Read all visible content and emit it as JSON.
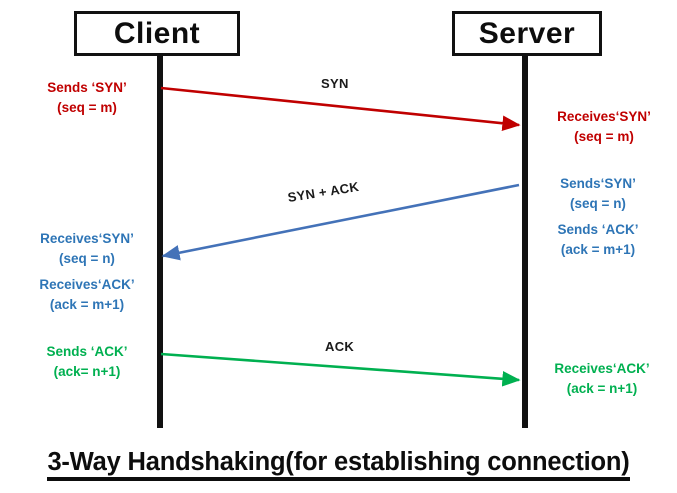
{
  "diagram": {
    "title": "3-Way Handshaking(for establishing connection)",
    "nodes": {
      "client": "Client",
      "server": "Server"
    },
    "colors": {
      "syn": "#C00000",
      "syn_ack": "#2E75B6",
      "ack": "#00B050",
      "lifeline": "#111111",
      "label": "#1a1a1a"
    },
    "messages": [
      {
        "name": "syn",
        "label": "SYN",
        "direction": "client-to-server",
        "color": "#C00000"
      },
      {
        "name": "syn-ack",
        "label": "SYN + ACK",
        "direction": "server-to-client",
        "color": "#2E75B6"
      },
      {
        "name": "ack",
        "label": "ACK",
        "direction": "client-to-server",
        "color": "#00B050"
      }
    ],
    "notes": {
      "client_sends_syn": {
        "line1": "Sends ‘SYN’",
        "line2": "(seq = m)"
      },
      "server_recv_syn": {
        "line1": "Receives‘SYN’",
        "line2": "(seq = m)"
      },
      "server_sends_syn": {
        "line1": "Sends‘SYN’",
        "line2": "(seq = n)"
      },
      "server_sends_ack": {
        "line1": "Sends ‘ACK’",
        "line2": "(ack = m+1)"
      },
      "client_recv_syn": {
        "line1": "Receives‘SYN’",
        "line2": "(seq = n)"
      },
      "client_recv_ack": {
        "line1": "Receives‘ACK’",
        "line2": "(ack = m+1)"
      },
      "client_sends_ack": {
        "line1": "Sends ‘ACK’",
        "line2": "(ack= n+1)"
      },
      "server_recv_ack": {
        "line1": "Receives‘ACK’",
        "line2": "(ack = n+1)"
      }
    }
  }
}
